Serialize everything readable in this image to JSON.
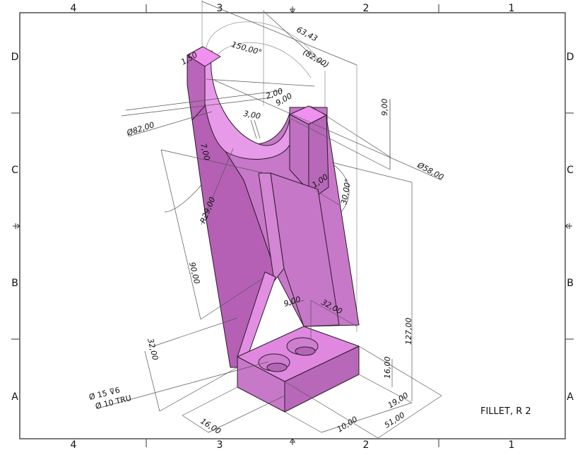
{
  "sheet": {
    "border_color": "#333333",
    "part_color_light": "#f08cf0",
    "part_color_mid": "#c878c8",
    "part_color_dark": "#b060b0",
    "column_zones_top": [
      "4",
      "3",
      "2",
      "1"
    ],
    "column_zones_bottom": [
      "4",
      "3",
      "2",
      "1"
    ],
    "row_zones_left": [
      "D",
      "C",
      "B",
      "A"
    ],
    "row_zones_right": [
      "D",
      "C",
      "B",
      "A"
    ]
  },
  "dimensions": {
    "d_63_43": "63,43",
    "d_150_angle": "150,00°",
    "d_82_ref": "(82,00)",
    "d_1_50": "1,50",
    "d_2_00": "2,00",
    "d_9_00_top": "9,00",
    "d_3_00": "3,00",
    "d_dia82": "Ø82,00",
    "d_9_00_vert": "9,00",
    "d_dia58": "Ø58,00",
    "d_7_00": "7,00",
    "d_1_00": "1,00",
    "d_30_angle": "30,00°",
    "d_r29": "R29,00",
    "d_90_00": "90,00",
    "d_9_00_rib": "9,00",
    "d_32_00_rib": "32,00",
    "d_127_00": "127,00",
    "d_32_00_base": "32,00",
    "d_16_00_vert": "16,00",
    "d_19_00": "19,00",
    "d_16_00_base": "16,00",
    "d_10_00": "10,00",
    "d_51_00": "51,00"
  },
  "hole_callout": {
    "line1": "Ø 15 ⊽6",
    "line2": "Ø 10 TRU"
  },
  "notes": {
    "fillet": "FILLET, R 2"
  }
}
